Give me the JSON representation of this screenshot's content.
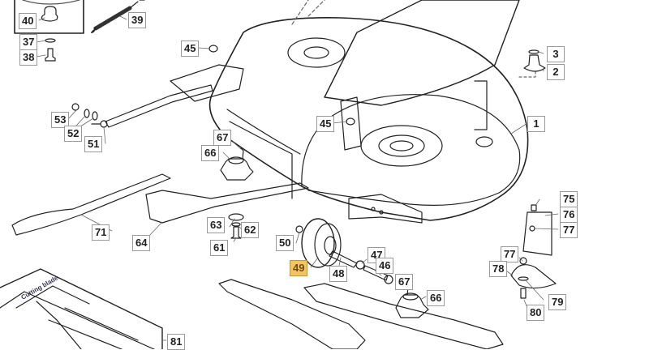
{
  "diagram": {
    "type": "exploded-parts-diagram",
    "subject": "Lawn mower cutting deck assembly",
    "highlight_color": "#f5c45e",
    "selected_part": "49",
    "blade_box_text": "Cutting blade",
    "callouts": [
      {
        "id": "c1",
        "number": "1"
      },
      {
        "id": "c2",
        "number": "2"
      },
      {
        "id": "c3",
        "number": "3"
      },
      {
        "id": "c37",
        "number": "37"
      },
      {
        "id": "c38",
        "number": "38"
      },
      {
        "id": "c39",
        "number": "39"
      },
      {
        "id": "c40",
        "number": "40"
      },
      {
        "id": "c45a",
        "number": "45"
      },
      {
        "id": "c45b",
        "number": "45"
      },
      {
        "id": "c46",
        "number": "46"
      },
      {
        "id": "c47",
        "number": "47"
      },
      {
        "id": "c48",
        "number": "48"
      },
      {
        "id": "c49",
        "number": "49",
        "highlighted": true
      },
      {
        "id": "c50",
        "number": "50"
      },
      {
        "id": "c51",
        "number": "51"
      },
      {
        "id": "c52",
        "number": "52"
      },
      {
        "id": "c53",
        "number": "53"
      },
      {
        "id": "c61",
        "number": "61"
      },
      {
        "id": "c62",
        "number": "62"
      },
      {
        "id": "c63",
        "number": "63"
      },
      {
        "id": "c64",
        "number": "64"
      },
      {
        "id": "c66a",
        "number": "66"
      },
      {
        "id": "c66b",
        "number": "66"
      },
      {
        "id": "c67a",
        "number": "67"
      },
      {
        "id": "c67b",
        "number": "67"
      },
      {
        "id": "c71",
        "number": "71"
      },
      {
        "id": "c75",
        "number": "75"
      },
      {
        "id": "c76",
        "number": "76"
      },
      {
        "id": "c77a",
        "number": "77"
      },
      {
        "id": "c77b",
        "number": "77"
      },
      {
        "id": "c78",
        "number": "78"
      },
      {
        "id": "c79",
        "number": "79"
      },
      {
        "id": "c80",
        "number": "80"
      },
      {
        "id": "c81",
        "number": "81"
      }
    ]
  }
}
